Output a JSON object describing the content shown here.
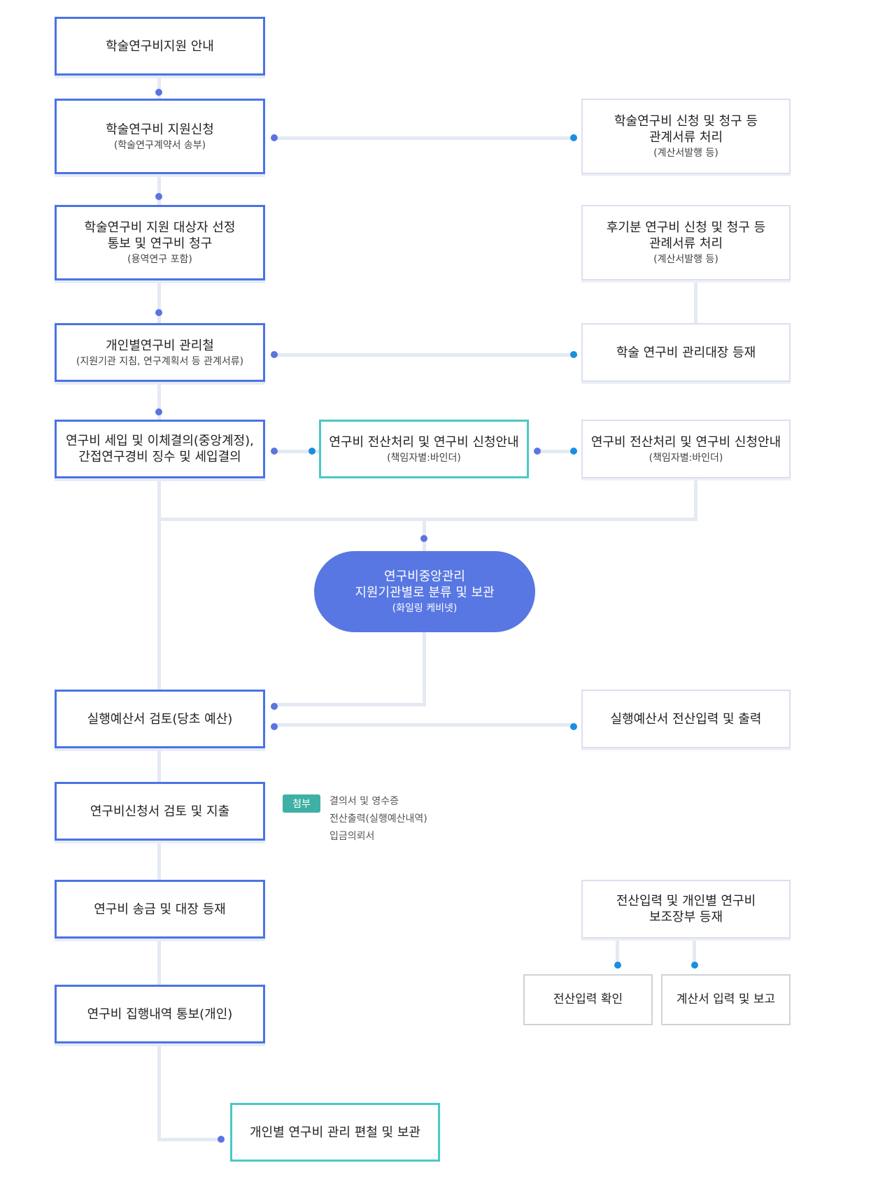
{
  "boxes": {
    "b1": {
      "title": "학술연구비지원 안내"
    },
    "b2": {
      "title": "학술연구비 지원신청",
      "sub": "(학술연구계약서 송부)"
    },
    "b3": {
      "title": "학술연구비 지원 대상자 선정\n통보 및 연구비 청구",
      "sub": "(용역연구 포함)"
    },
    "b4": {
      "title": "개인별연구비 관리철",
      "sub": "(지원기관 지침, 연구계획서 등 관계서류)"
    },
    "b5": {
      "title": "연구비 세입 및 이체결의(중앙계정),\n간접연구경비 징수 및 세입결의"
    },
    "c5": {
      "title": "연구비 전산처리 및 연구비 신청안내",
      "sub": "(책임자별:바인더)"
    },
    "r2": {
      "title": "학술연구비 신청 및 청구 등\n관계서류 처리",
      "sub": "(계산서발행 등)"
    },
    "r3": {
      "title": "후기분 연구비 신청 및 청구 등\n관례서류 처리",
      "sub": "(계산서발행 등)"
    },
    "r4": {
      "title": "학술 연구비 관리대장 등재"
    },
    "r5": {
      "title": "연구비 전산처리 및 연구비 신청안내",
      "sub": "(책임자별:바인더)"
    },
    "pill": {
      "title": "연구비중앙관리\n지원기관별로 분류 및 보관",
      "sub": "(화일링 케비넷)"
    },
    "b6": {
      "title": "실행예산서 검토(당초 예산)"
    },
    "r6": {
      "title": "실행예산서 전산입력 및 출력"
    },
    "b7": {
      "title": "연구비신청서 검토 및 지출"
    },
    "b8": {
      "title": "연구비 송금 및 대장 등재"
    },
    "r8": {
      "title": "전산입력 및 개인별 연구비\n보조장부 등재"
    },
    "r8a": {
      "title": "전산입력 확인"
    },
    "r8b": {
      "title": "계산서 입력 및 보고"
    },
    "b9": {
      "title": "연구비 집행내역 통보(개인)"
    },
    "b10": {
      "title": "개인별 연구비 관리 편철 및 보관"
    }
  },
  "attachment": {
    "badge": "첨부",
    "items": [
      "결의서 및 영수증",
      "전산출력(실행예산내역)",
      "입금의뢰서"
    ]
  }
}
